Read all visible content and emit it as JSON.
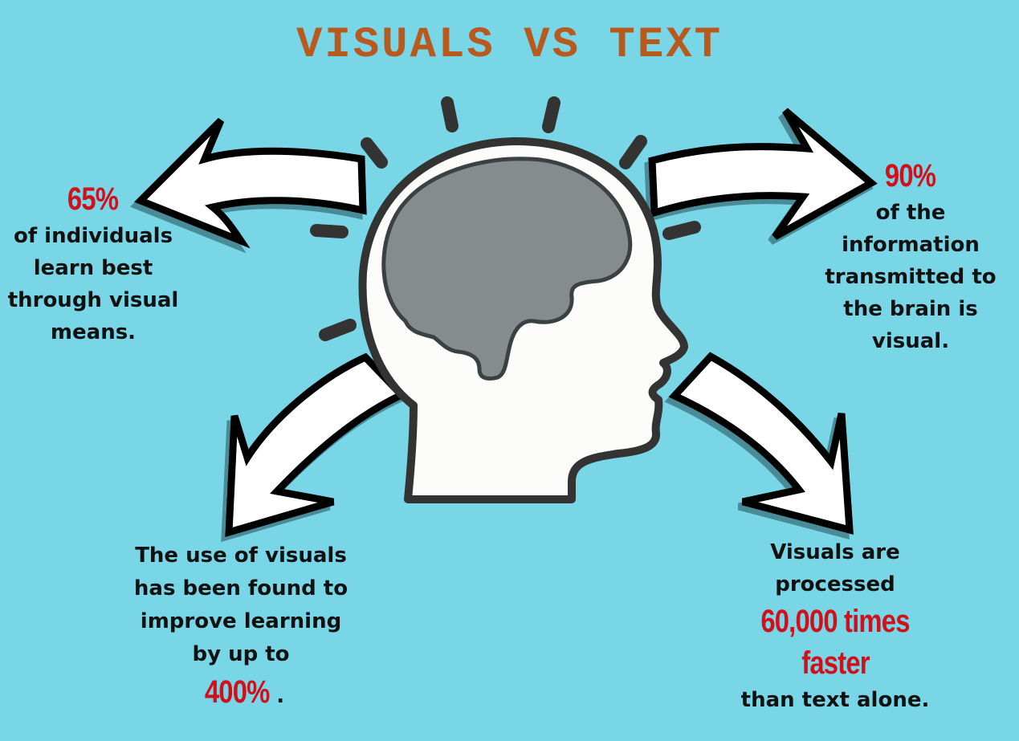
{
  "title": "VISUALS VS TEXT",
  "colors": {
    "background": "#79d6e7",
    "title": "#b85a1e",
    "highlight": "#d0111b",
    "body_text": "#111111",
    "brain": "#868c8d",
    "head_outline": "#333333"
  },
  "illustration": {
    "center_icon": "head-with-brain-icon",
    "rays": 8,
    "arrows": [
      "arrow-up-left",
      "arrow-up-right",
      "arrow-down-left",
      "arrow-down-right"
    ]
  },
  "facts": {
    "top_left": {
      "stat": "65%",
      "lines": [
        "of individuals",
        "learn best",
        "through visual",
        "means."
      ]
    },
    "top_right": {
      "stat": "90%",
      "lines": [
        "of the",
        "information",
        "transmitted to",
        "the brain is",
        "visual."
      ]
    },
    "bottom_left": {
      "lines": [
        "The use of visuals",
        "has been found to",
        "improve learning",
        "by up to"
      ],
      "stat": "400%",
      "suffix": "."
    },
    "bottom_right": {
      "lines_before": [
        "Visuals are",
        "processed"
      ],
      "stat_lines": [
        "60,000 times",
        "faster"
      ],
      "lines_after": [
        "than text alone."
      ]
    }
  }
}
